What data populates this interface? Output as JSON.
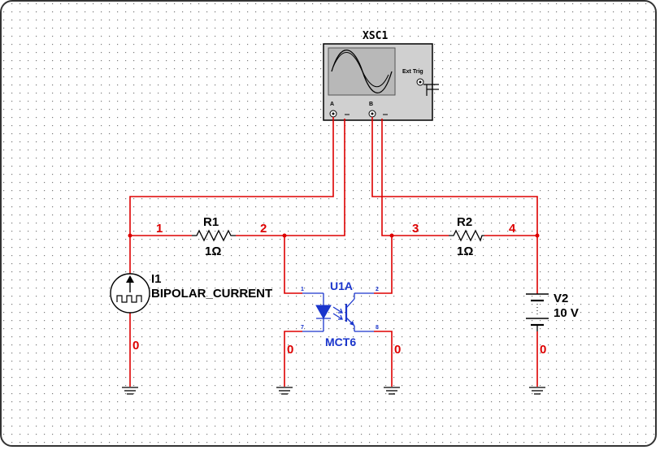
{
  "oscilloscope": {
    "refdes": "XSC1",
    "ext_trig": "Ext Trig",
    "channel_a": "A",
    "channel_b": "B"
  },
  "r1": {
    "refdes": "R1",
    "value": "1Ω"
  },
  "r2": {
    "refdes": "R2",
    "value": "1Ω"
  },
  "i1": {
    "refdes": "I1",
    "value": "BIPOLAR_CURRENT"
  },
  "u1a": {
    "refdes": "U1A",
    "value": "MCT6",
    "pin1": "1",
    "pin2": "2",
    "pin7": "7",
    "pin8": "8"
  },
  "v2": {
    "refdes": "V2",
    "value": "10 V"
  },
  "nodes": {
    "n1": "1",
    "n2": "2",
    "n3": "3",
    "n4": "4",
    "gnd_i1": "0",
    "gnd_u1_left": "0",
    "gnd_u1_right": "0",
    "gnd_v2": "0"
  },
  "colors": {
    "wire": "#dd0000",
    "component": "#000000",
    "optocoupler": "#1a35cc",
    "grid_dot": "#7a7a7a",
    "background": "#ffffff",
    "scope_body": "#d0d0d0",
    "scope_screen": "#b8b8b8"
  }
}
